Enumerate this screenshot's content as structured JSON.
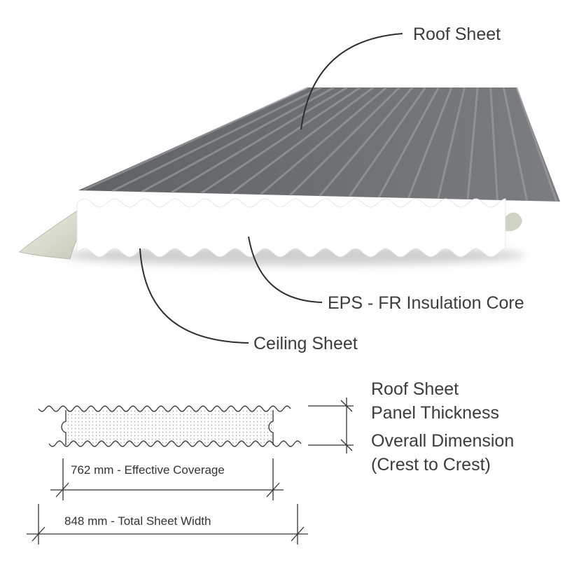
{
  "labels": {
    "roof_sheet": "Roof Sheet",
    "insulation_core": "EPS - FR Insulation Core",
    "ceiling_sheet": "Ceiling Sheet"
  },
  "legend": {
    "line1": "Roof Sheet",
    "line2": "Panel Thickness",
    "line3": "Overall Dimension",
    "line4": "(Crest to Crest)"
  },
  "dimensions": {
    "effective_coverage": "762 mm - Effective Coverage",
    "total_width": "848 mm - Total Sheet Width"
  },
  "colors": {
    "roof_sheet": "#6f7174",
    "roof_ridge": "#a4a6a9",
    "insulation_core": "#ffffff",
    "flashing": "#d9dccc",
    "line": "#2e2e2e"
  }
}
